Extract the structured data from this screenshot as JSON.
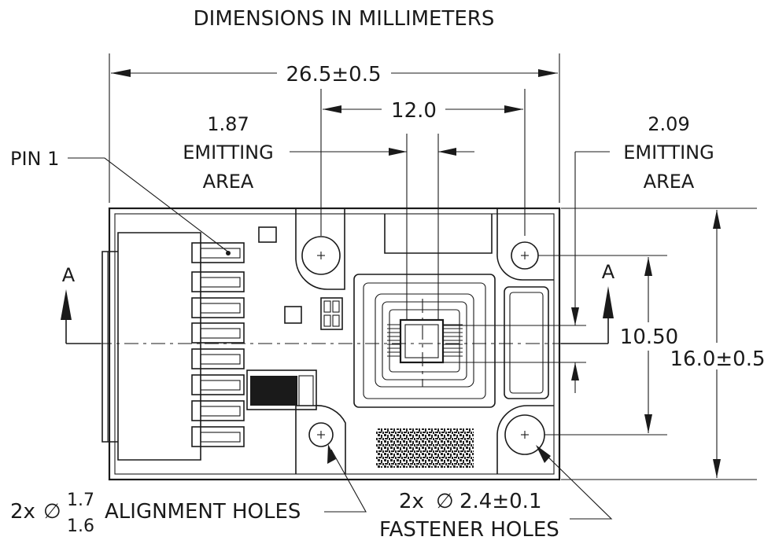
{
  "title": "DIMENSIONS IN MILLIMETERS",
  "dimensions": {
    "overall_width": "26.5±0.5",
    "hole_spacing": "12.0",
    "emitting_left_value": "1.87",
    "emitting_left_line1": "EMITTING",
    "emitting_left_line2": "AREA",
    "emitting_right_value": "2.09",
    "emitting_right_line1": "EMITTING",
    "emitting_right_line2": "AREA",
    "vertical_hole_spacing": "10.50",
    "overall_height": "16.0±0.5"
  },
  "labels": {
    "pin1": "PIN 1",
    "section_left": "A",
    "section_right": "A",
    "alignment_prefix": "2x",
    "alignment_symbol": "∅",
    "alignment_upper": "1.7",
    "alignment_lower": "1.6",
    "alignment_text": "ALIGNMENT HOLES",
    "fastener_line1_prefix": "2x",
    "fastener_symbol": "∅",
    "fastener_value": "2.4±0.1",
    "fastener_line2": "FASTENER HOLES"
  }
}
